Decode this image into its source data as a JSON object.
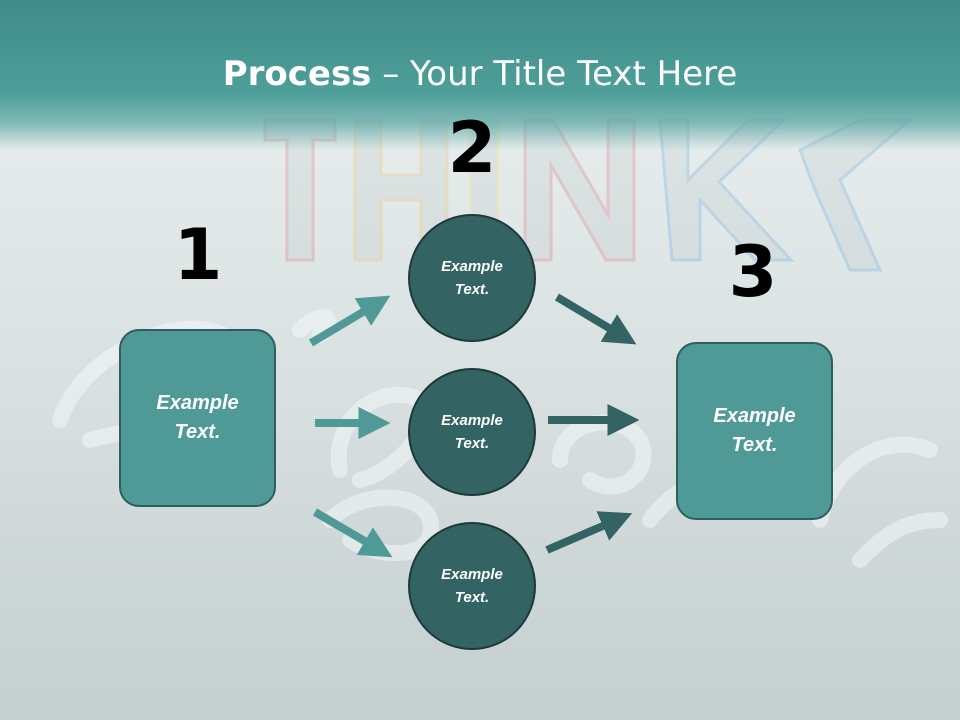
{
  "title": {
    "bold": "Process",
    "rest": " – Your Title Text Here"
  },
  "steps": {
    "one": "1",
    "two": "2",
    "three": "3"
  },
  "left_box": {
    "label": "Example\nText."
  },
  "circles": [
    {
      "label": "Example\nText."
    },
    {
      "label": "Example\nText."
    },
    {
      "label": "Example\nText."
    }
  ],
  "right_box": {
    "label": "Example\nText."
  },
  "colors": {
    "banner": "#4e9e9a",
    "box_fill": "#4f9a97",
    "circle_fill": "#336362",
    "arrow_light": "#4f9a97",
    "arrow_dark": "#336362"
  }
}
